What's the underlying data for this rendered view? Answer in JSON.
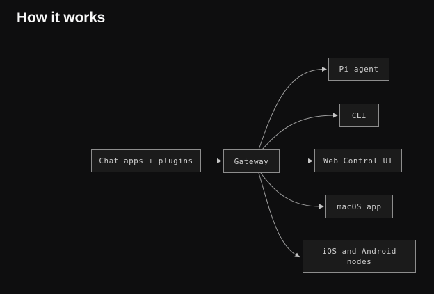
{
  "page": {
    "title": "How it works"
  },
  "diagram": {
    "type": "flowchart",
    "nodes": [
      {
        "id": "chat-apps-plugins",
        "label": "Chat apps + plugins"
      },
      {
        "id": "gateway",
        "label": "Gateway"
      },
      {
        "id": "pi-agent",
        "label": "Pi agent"
      },
      {
        "id": "cli",
        "label": "CLI"
      },
      {
        "id": "web-control-ui",
        "label": "Web Control UI"
      },
      {
        "id": "macos-app",
        "label": "macOS app"
      },
      {
        "id": "ios-android-nodes",
        "label": "iOS and Android nodes"
      }
    ],
    "edges": [
      {
        "from": "chat-apps-plugins",
        "to": "gateway"
      },
      {
        "from": "gateway",
        "to": "pi-agent"
      },
      {
        "from": "gateway",
        "to": "cli"
      },
      {
        "from": "gateway",
        "to": "web-control-ui"
      },
      {
        "from": "gateway",
        "to": "macos-app"
      },
      {
        "from": "gateway",
        "to": "ios-android-nodes"
      }
    ],
    "colors": {
      "background": "#0e0e0f",
      "node_fill": "#1b1b1b",
      "node_border": "#8d8d8d",
      "node_text": "#cdcdcd",
      "edge_line": "#9e9e9e",
      "arrowhead": "#c6c6c6",
      "title_text": "#f7f7f7"
    }
  }
}
